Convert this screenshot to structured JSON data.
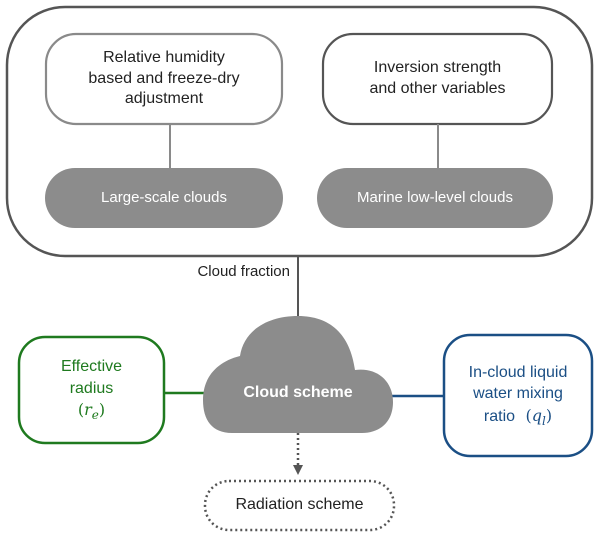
{
  "colors": {
    "outer_stroke": "#555555",
    "light_stroke": "#8a8a8a",
    "dark_stroke": "#555555",
    "pill_fill": "#8c8c8c",
    "cloud_fill": "#8c8c8c",
    "green": "#1f7a1f",
    "blue": "#1b4f85",
    "text": "#222222",
    "white_text": "#ffffff"
  },
  "nodes": {
    "rh_box": {
      "lines": [
        "Relative humidity",
        "based and freeze-dry",
        "adjustment"
      ]
    },
    "inversion_box": {
      "lines": [
        "Inversion strength",
        "and other variables"
      ]
    },
    "large_scale": {
      "label": "Large-scale clouds"
    },
    "marine_low": {
      "label": "Marine low-level clouds"
    },
    "cloud_scheme": {
      "label": "Cloud scheme"
    },
    "effective_radius": {
      "lines": [
        "Effective",
        "radius"
      ],
      "symbol": "r",
      "subscript": "e"
    },
    "liquid_water": {
      "lines": [
        "In-cloud liquid",
        "water mixing"
      ],
      "prefix": "ratio",
      "symbol": "q",
      "subscript": "l"
    },
    "radiation": {
      "label": "Radiation scheme"
    }
  },
  "edges": {
    "cloud_fraction_label": "Cloud fraction"
  }
}
